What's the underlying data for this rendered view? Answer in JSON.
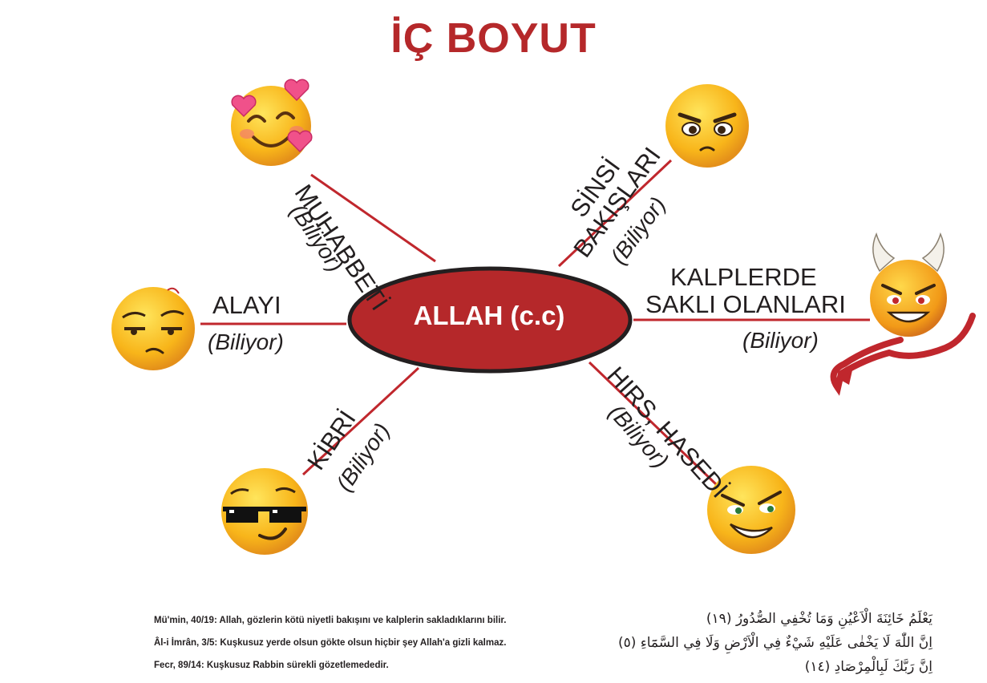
{
  "title": "İÇ BOYUT",
  "center": {
    "label": "ALLAH (c.c)"
  },
  "branches": [
    {
      "id": "muhabbet",
      "label": "MUHABBETİ",
      "sub": "(Biliyor)",
      "emoji": "heart-eyes-emoji-icon"
    },
    {
      "id": "sinsi",
      "label_line1": "SİNSİ",
      "label_line2": "BAKIŞLARI",
      "sub": "(Biliyor)",
      "emoji": "angry-face-emoji-icon"
    },
    {
      "id": "kalp",
      "label_line1": "KALPLERDE",
      "label_line2": "SAKLI OLANLARI",
      "sub": "(Biliyor)",
      "emoji": "devil-face-emoji-icon"
    },
    {
      "id": "alay",
      "label": "ALAYI",
      "sub": "(Biliyor)",
      "emoji": "unamused-face-emoji-icon"
    },
    {
      "id": "kibir",
      "label": "KİBRİ",
      "sub": "(Biliyor)",
      "emoji": "sunglasses-face-emoji-icon"
    },
    {
      "id": "hirs",
      "label": "HIRS, HASEDİ",
      "sub": "(Biliyor)",
      "emoji": "smirking-face-emoji-icon"
    }
  ],
  "references": [
    "Mü'min, 40/19: Allah, gözlerin kötü niyetli bakışını ve kalplerin sakladıklarını bilir.",
    "Âl-i İmrân, 3/5: Kuşkusuz yerde olsun gökte olsun hiçbir şey Allah'a gizli kalmaz.",
    "Fecr, 89/14: Kuşkusuz Rabbin sürekli gözetlemededir."
  ],
  "arabic_verses": [
    "يَعْلَمُ خَائِنَةَ الْاَعْيُنِ وَمَا تُخْفِي الصُّدُورُ (١٩)",
    "اِنَّ اللّٰهَ لَا يَخْفٰى عَلَيْهِ شَيْءٌ فِي الْاَرْضِ وَلَا فِي السَّمَٓاءِ (٥)",
    "اِنَّ رَبَّكَ لَبِالْمِرْصَادِ (١٤)"
  ],
  "colors": {
    "title": "#b5282a",
    "ellipse": "#b5282a",
    "lines": "#c0272d",
    "text": "#231f20"
  }
}
